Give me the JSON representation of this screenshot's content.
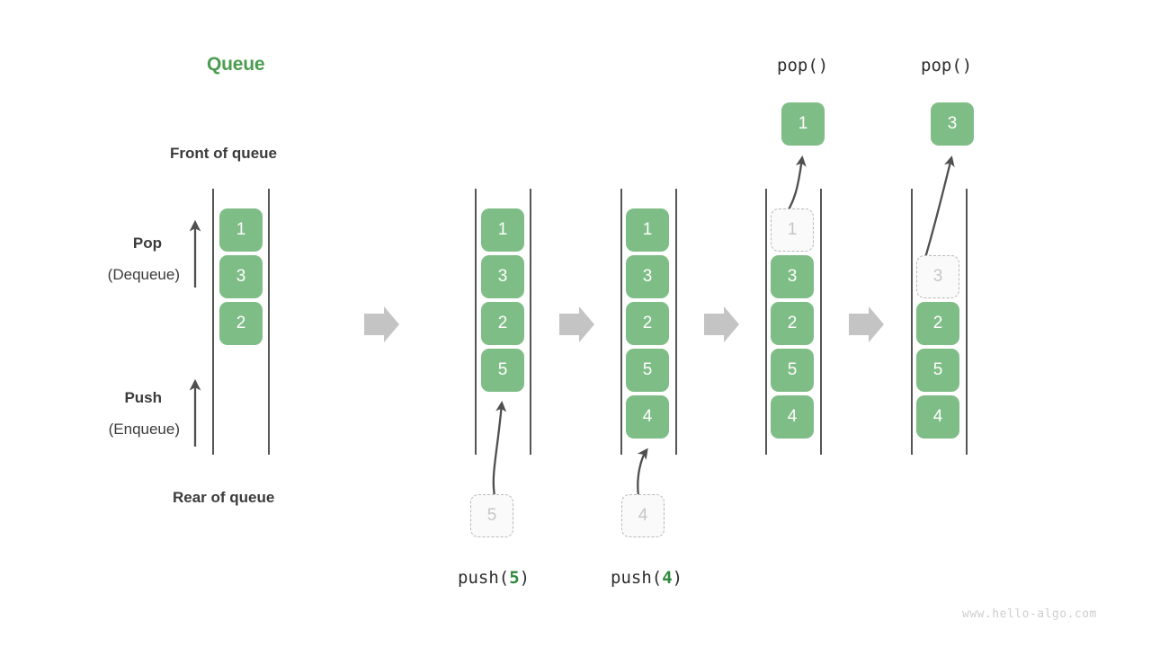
{
  "meta": {
    "title": "Queue",
    "watermark": "www.hello-algo.com",
    "colors": {
      "title_green": "#4a9d4f",
      "cell_green": "#7fbd87",
      "cell_text": "#ffffff",
      "ghost_fill": "#fafafa",
      "ghost_border": "#b9b9b9",
      "ghost_text": "#c6c6c6",
      "rail": "#555555",
      "arrow_gray": "#c4c4c4",
      "curve_arrow": "#4f4f4f",
      "label_text": "#3b3b3b",
      "code_green": "#2f8a3f",
      "watermark_gray": "#cfcfcf"
    }
  },
  "labels": {
    "front_of_queue": "Front of queue",
    "rear_of_queue": "Rear of queue",
    "pop_main": "Pop",
    "pop_sub": "(Dequeue)",
    "push_main": "Push",
    "push_sub": "(Enqueue)"
  },
  "captions": {
    "push5": {
      "fn": "push(",
      "arg": "5",
      "close": ")"
    },
    "push4": {
      "fn": "push(",
      "arg": "4",
      "close": ")"
    },
    "pop1": "pop()",
    "pop2": "pop()"
  },
  "diagram": {
    "type": "queue-operation-sequence",
    "stages": [
      {
        "id": "initial",
        "caption": "",
        "cells": [
          {
            "value": "1",
            "state": "filled"
          },
          {
            "value": "3",
            "state": "filled"
          },
          {
            "value": "2",
            "state": "filled"
          }
        ],
        "incoming": null,
        "popped": null
      },
      {
        "id": "after-push-5",
        "caption": "push(5)",
        "cells": [
          {
            "value": "1",
            "state": "filled"
          },
          {
            "value": "3",
            "state": "filled"
          },
          {
            "value": "2",
            "state": "filled"
          },
          {
            "value": "5",
            "state": "filled"
          }
        ],
        "incoming": {
          "value": "5",
          "state": "ghost"
        },
        "popped": null
      },
      {
        "id": "after-push-4",
        "caption": "push(4)",
        "cells": [
          {
            "value": "1",
            "state": "filled"
          },
          {
            "value": "3",
            "state": "filled"
          },
          {
            "value": "2",
            "state": "filled"
          },
          {
            "value": "5",
            "state": "filled"
          },
          {
            "value": "4",
            "state": "filled"
          }
        ],
        "incoming": {
          "value": "4",
          "state": "ghost"
        },
        "popped": null
      },
      {
        "id": "after-pop-1",
        "caption": "pop()",
        "cells": [
          {
            "value": "1",
            "state": "ghost"
          },
          {
            "value": "3",
            "state": "filled"
          },
          {
            "value": "2",
            "state": "filled"
          },
          {
            "value": "5",
            "state": "filled"
          },
          {
            "value": "4",
            "state": "filled"
          }
        ],
        "incoming": null,
        "popped": {
          "value": "1",
          "state": "filled"
        }
      },
      {
        "id": "after-pop-3",
        "caption": "pop()",
        "cells": [
          {
            "value": "3",
            "state": "ghost"
          },
          {
            "value": "2",
            "state": "filled"
          },
          {
            "value": "5",
            "state": "filled"
          },
          {
            "value": "4",
            "state": "filled"
          }
        ],
        "incoming": null,
        "popped": {
          "value": "3",
          "state": "filled"
        }
      }
    ]
  }
}
